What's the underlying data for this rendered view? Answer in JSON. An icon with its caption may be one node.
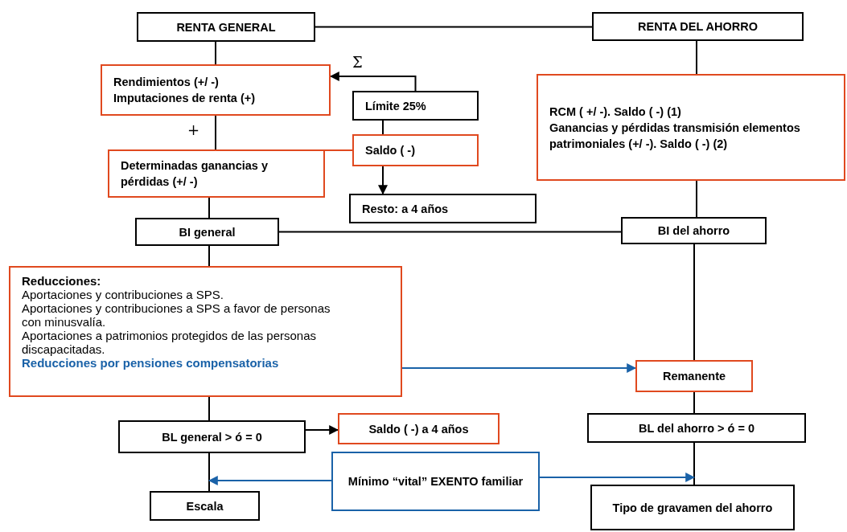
{
  "diagram": {
    "nodes": [
      {
        "text": [
          "RENTA GENERAL"
        ]
      },
      {
        "text": [
          "RENTA DEL AHORRO"
        ]
      },
      {
        "text": [
          "Rendimientos (+/  -)",
          "Imputaciones de renta (+)"
        ]
      },
      {
        "text": [
          "Límite 25%"
        ]
      },
      {
        "text": [
          "Saldo ( -)"
        ]
      },
      {
        "text": [
          "Determinadas ganancias y pérdidas (+/  -)"
        ]
      },
      {
        "text": [
          "Resto: a 4 años"
        ]
      },
      {
        "text": [
          "RCM ( +/ -). Saldo ( -) (1)",
          "Ganancias y pérdidas transmisión elementos patrimoniales (+/ -). Saldo ( -) (2)"
        ]
      },
      {
        "text": [
          "BI general"
        ]
      },
      {
        "text": [
          "BI del ahorro"
        ]
      },
      {
        "text": [
          "Reducciones:",
          "Aportaciones y contribuciones a SPS.",
          "Aportaciones y contribuciones a SPS a favor de personas con minusvalía.",
          "Aportaciones a patrimonios protegidos de las personas discapacitadas.",
          "Reducciones por pensiones compensatorias"
        ]
      },
      {
        "text": [
          "Remanente"
        ]
      },
      {
        "text": [
          "Saldo ( -) a 4 años"
        ]
      },
      {
        "text": [
          "BL general > ó = 0"
        ]
      },
      {
        "text": [
          "BL del ahorro > ó = 0"
        ]
      },
      {
        "text": [
          "Mínimo “vital” EXENTO familiar"
        ]
      },
      {
        "text": [
          "Escala"
        ]
      },
      {
        "text": [
          "Tipo de gravamen del ahorro"
        ]
      }
    ],
    "edges": [
      {
        "from": 0,
        "to": 1,
        "arrow": "none"
      },
      {
        "from": 0,
        "to": 2,
        "arrow": "none"
      },
      {
        "from": 2,
        "to": 5,
        "arrow": "none",
        "label": "+"
      },
      {
        "from": 3,
        "to": 2,
        "arrow": "to",
        "label": "Σ"
      },
      {
        "from": 3,
        "to": 4,
        "arrow": "none"
      },
      {
        "from": 4,
        "to": 5,
        "arrow": "none",
        "color": "#e0491f"
      },
      {
        "from": 4,
        "to": 6,
        "arrow": "to"
      },
      {
        "from": 1,
        "to": 7,
        "arrow": "none"
      },
      {
        "from": 5,
        "to": 8,
        "arrow": "none"
      },
      {
        "from": 7,
        "to": 9,
        "arrow": "none"
      },
      {
        "from": 8,
        "to": 9,
        "arrow": "none"
      },
      {
        "from": 8,
        "to": 10,
        "arrow": "none"
      },
      {
        "from": 9,
        "to": 11,
        "arrow": "none"
      },
      {
        "from": 10,
        "to": 11,
        "arrow": "to",
        "color": "#1a62a8"
      },
      {
        "from": 10,
        "to": 13,
        "arrow": "none"
      },
      {
        "from": 13,
        "to": 12,
        "arrow": "to"
      },
      {
        "from": 11,
        "to": 14,
        "arrow": "none"
      },
      {
        "from": 13,
        "to": 16,
        "arrow": "none"
      },
      {
        "from": 14,
        "to": 17,
        "arrow": "none"
      },
      {
        "from": 15,
        "to": 16,
        "arrow": "to",
        "color": "#1a62a8"
      },
      {
        "from": 15,
        "to": 17,
        "arrow": "to",
        "color": "#1a62a8"
      }
    ]
  }
}
